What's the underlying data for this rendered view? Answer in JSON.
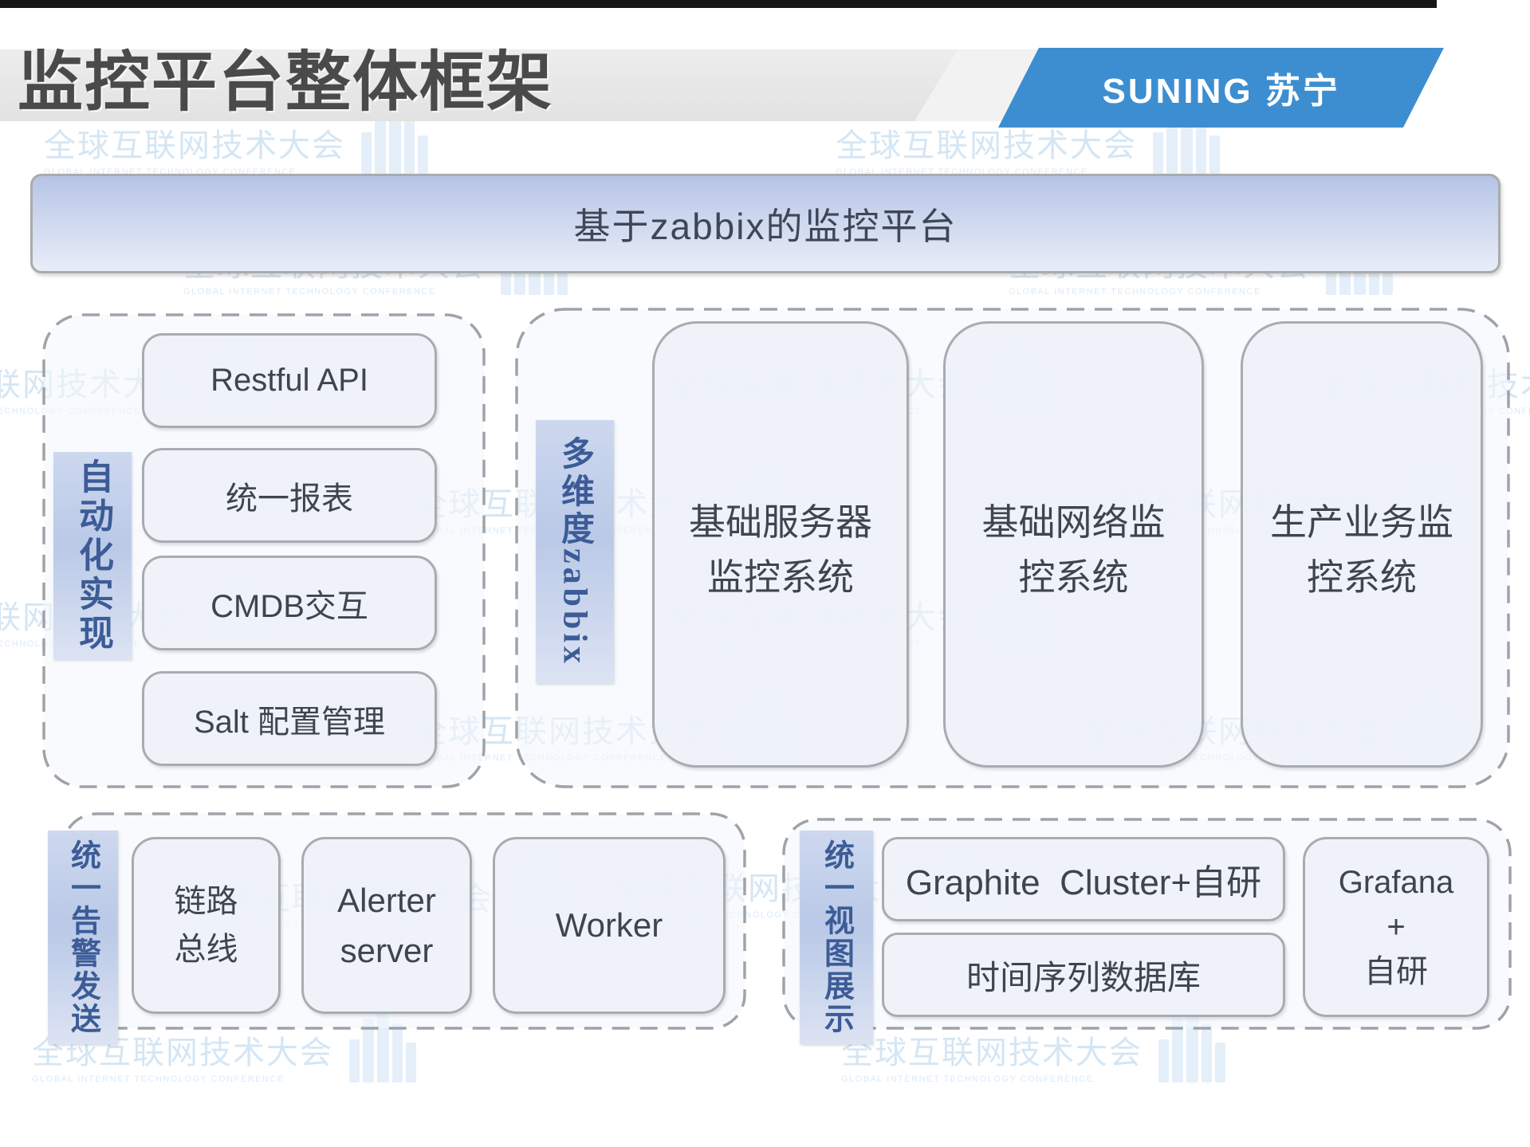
{
  "header": {
    "title": "监控平台整体框架",
    "logo_text": "SUNING 苏宁"
  },
  "banner": {
    "text": "基于zabbix的监控平台"
  },
  "watermark": {
    "cn": "全球互联网技术大会",
    "en": "GLOBAL INTERNET TECHNOLOGY CONFERENCE"
  },
  "colors": {
    "logo_blue": "#3c8ed1",
    "banner_top": "#b5c3e6",
    "banner_bottom": "#e8edf8",
    "label_text": "#3c5c97",
    "box_text": "#3e454e",
    "dash_border": "#9fa3a8"
  },
  "groups": {
    "automation": {
      "label": "自动化实现",
      "items": [
        "Restful API",
        "统一报表",
        "CMDB交互",
        "Salt 配置管理"
      ]
    },
    "zabbix": {
      "label": "多维度zabbix",
      "items": [
        "基础服务器\n监控系统",
        "基础网络监\n控系统",
        "生产业务监\n控系统"
      ]
    },
    "alerting": {
      "label": "统一告警发送",
      "items": [
        "链路\n总线",
        "Alerter\nserver",
        "Worker"
      ]
    },
    "view": {
      "label": "统一视图展示",
      "items": [
        "Graphite  Cluster+自研",
        "时间序列数据库",
        "Grafana\n+\n自研"
      ]
    }
  }
}
